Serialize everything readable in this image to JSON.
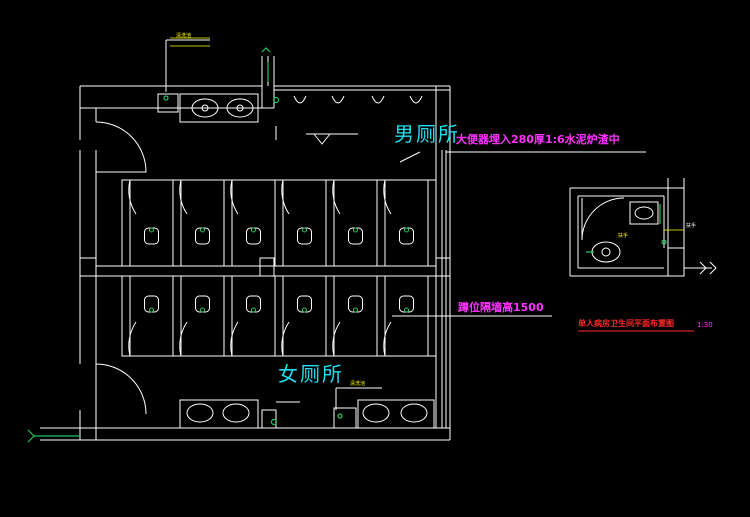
{
  "labels": {
    "mens_room": "男厕所",
    "womens_room": "女厕所",
    "squat_toilet_note": "大便器埋入280厚1:6水泥炉渣中",
    "partition_note": "蹲位隔墙高1500",
    "mop_sink_top": "清洗池",
    "mop_sink_bottom": "清洗池",
    "side_drawing_title": "单人病房卫生间平面布置图",
    "side_drawing_scale": "1:30",
    "side_grab_bar": "扶手",
    "side_fixture_note": "扶手"
  },
  "colors": {
    "background": "#000000",
    "walls": "#ffffff",
    "fixtures": "#ffffff",
    "accent_green": "#22c55e",
    "accent_yellow": "#ffff00",
    "mens_label": "#22ddee",
    "magenta_notes": "#ff33ff",
    "red_title": "#ff2a2a"
  },
  "icons": [
    "door-swing-arc",
    "wash-basin",
    "urinal",
    "squat-toilet",
    "mop-sink",
    "column",
    "toilet",
    "grab-bar"
  ]
}
